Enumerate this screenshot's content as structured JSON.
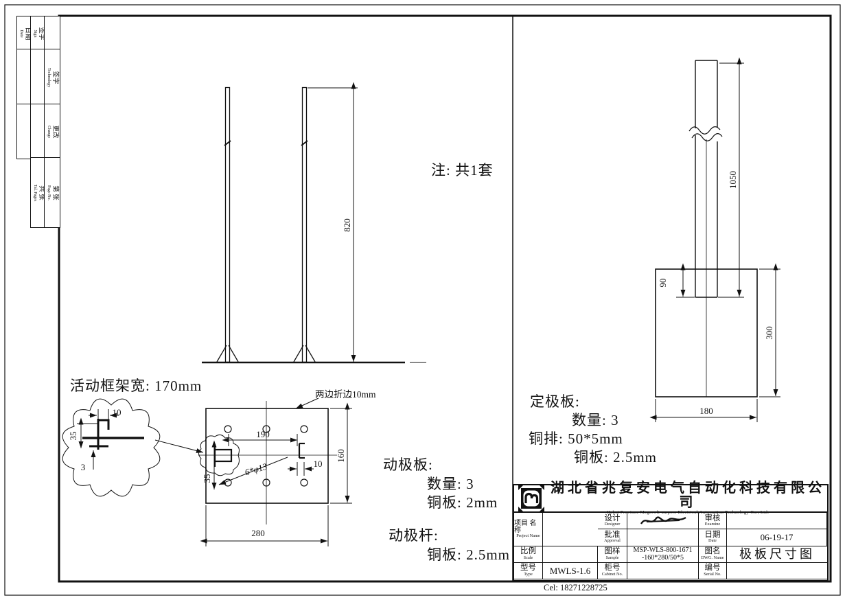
{
  "note": "注: 共1套",
  "cel": "Cel: 18271228725",
  "side_strip": {
    "date": {
      "zh": "日期",
      "en": "Date"
    },
    "sign": {
      "zh": "签字",
      "en": "Sign"
    },
    "technology": {
      "zh": "签字",
      "en": "Technology"
    },
    "change": {
      "zh": "更改",
      "en": "Change"
    },
    "total_pages": {
      "zh": "共 张",
      "en": "Tal. Pages"
    },
    "page_no": {
      "zh": "第 张",
      "en": "Page No."
    }
  },
  "annotations": {
    "frame_width": "活动框架宽: 170mm",
    "fold_note": "两边折边10mm",
    "holes_label": "6*φ13",
    "moving_plate": {
      "title": "动极板:",
      "qty": "数量: 3",
      "copper": "铜板: 2mm"
    },
    "moving_rod": {
      "title": "动极杆:",
      "copper": "铜板: 2.5mm"
    },
    "fixed_plate": {
      "title": "定极板:",
      "qty": "数量: 3",
      "busbar": "铜排: 50*5mm",
      "copper": "铜板: 2.5mm"
    }
  },
  "dimensions": {
    "frame_height": "820",
    "rod_length": "1050",
    "rod_insert": "90",
    "fixed_plate_height": "300",
    "fixed_plate_width": "180",
    "moving_plate_width": "280",
    "moving_plate_height": "160",
    "hole_spacing": "190",
    "hole_offset": "35",
    "bracket_width": "10",
    "detail_width": "10",
    "detail_height": "35",
    "detail_thickness": "3"
  },
  "title_block": {
    "company_zh": "湖北省兆复安电气自动化科技有限公司",
    "company_en": "Hubei  Province   Megavolt-ampere   Electrical   Automation   Technology    Co., Ltd.",
    "designer": {
      "zh": "设计",
      "en": "Designer"
    },
    "examine": {
      "zh": "审核",
      "en": "Examine"
    },
    "approval": {
      "zh": "批准",
      "en": "Approval"
    },
    "date": {
      "zh": "日期",
      "en": "Date",
      "value": "06-19-17"
    },
    "scale": {
      "zh": "比例",
      "en": "Scale"
    },
    "sample": {
      "zh": "图样",
      "en": "Sample",
      "value_line1": "MSP-WLS-800-1671",
      "value_line2": "-160*280/50*5"
    },
    "type": {
      "zh": "型号",
      "en": "Type",
      "value": "MWLS-1.6"
    },
    "cabinet": {
      "zh": "柜号",
      "en": "Cabinet No."
    },
    "project": {
      "zh": "项目 名称",
      "en": "Project Name"
    },
    "dwg": {
      "zh": "图名",
      "en": "DWG. Name",
      "value": "极板尺寸图"
    },
    "serial": {
      "zh": "编号",
      "en": "Serial No."
    }
  }
}
